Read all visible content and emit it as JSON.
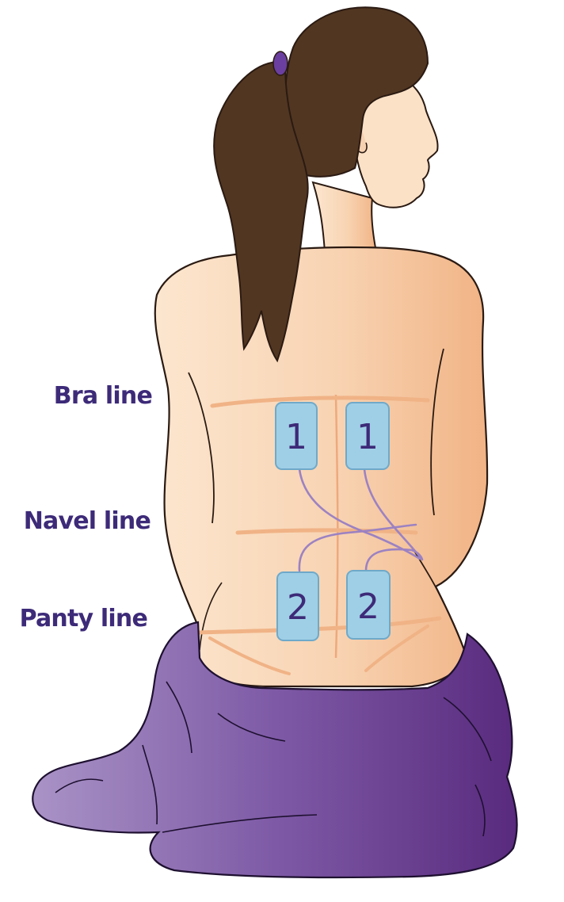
{
  "labels": {
    "bra_line": "Bra line",
    "navel_line": "Navel line",
    "panty_line": "Panty line"
  },
  "pads": [
    {
      "number": "1",
      "position": "upper-left"
    },
    {
      "number": "1",
      "position": "upper-right"
    },
    {
      "number": "2",
      "position": "lower-left"
    },
    {
      "number": "2",
      "position": "lower-right"
    }
  ],
  "colors": {
    "label_text": "#3d2a78",
    "pad_fill": "#9fcfe6",
    "pad_number": "#3d2a78",
    "wire": "#9a80c0",
    "hair": "#513621",
    "hair_tie": "#6a3fa0",
    "skin_light": "#fbe0c5",
    "skin_dark": "#f2b68c",
    "guide_line": "#f2b888",
    "blanket_light": "#a58bc2",
    "blanket_dark": "#5a2a80"
  },
  "icons": [
    "woman-back-illustration",
    "electrode-pad",
    "lead-wire",
    "blanket"
  ]
}
